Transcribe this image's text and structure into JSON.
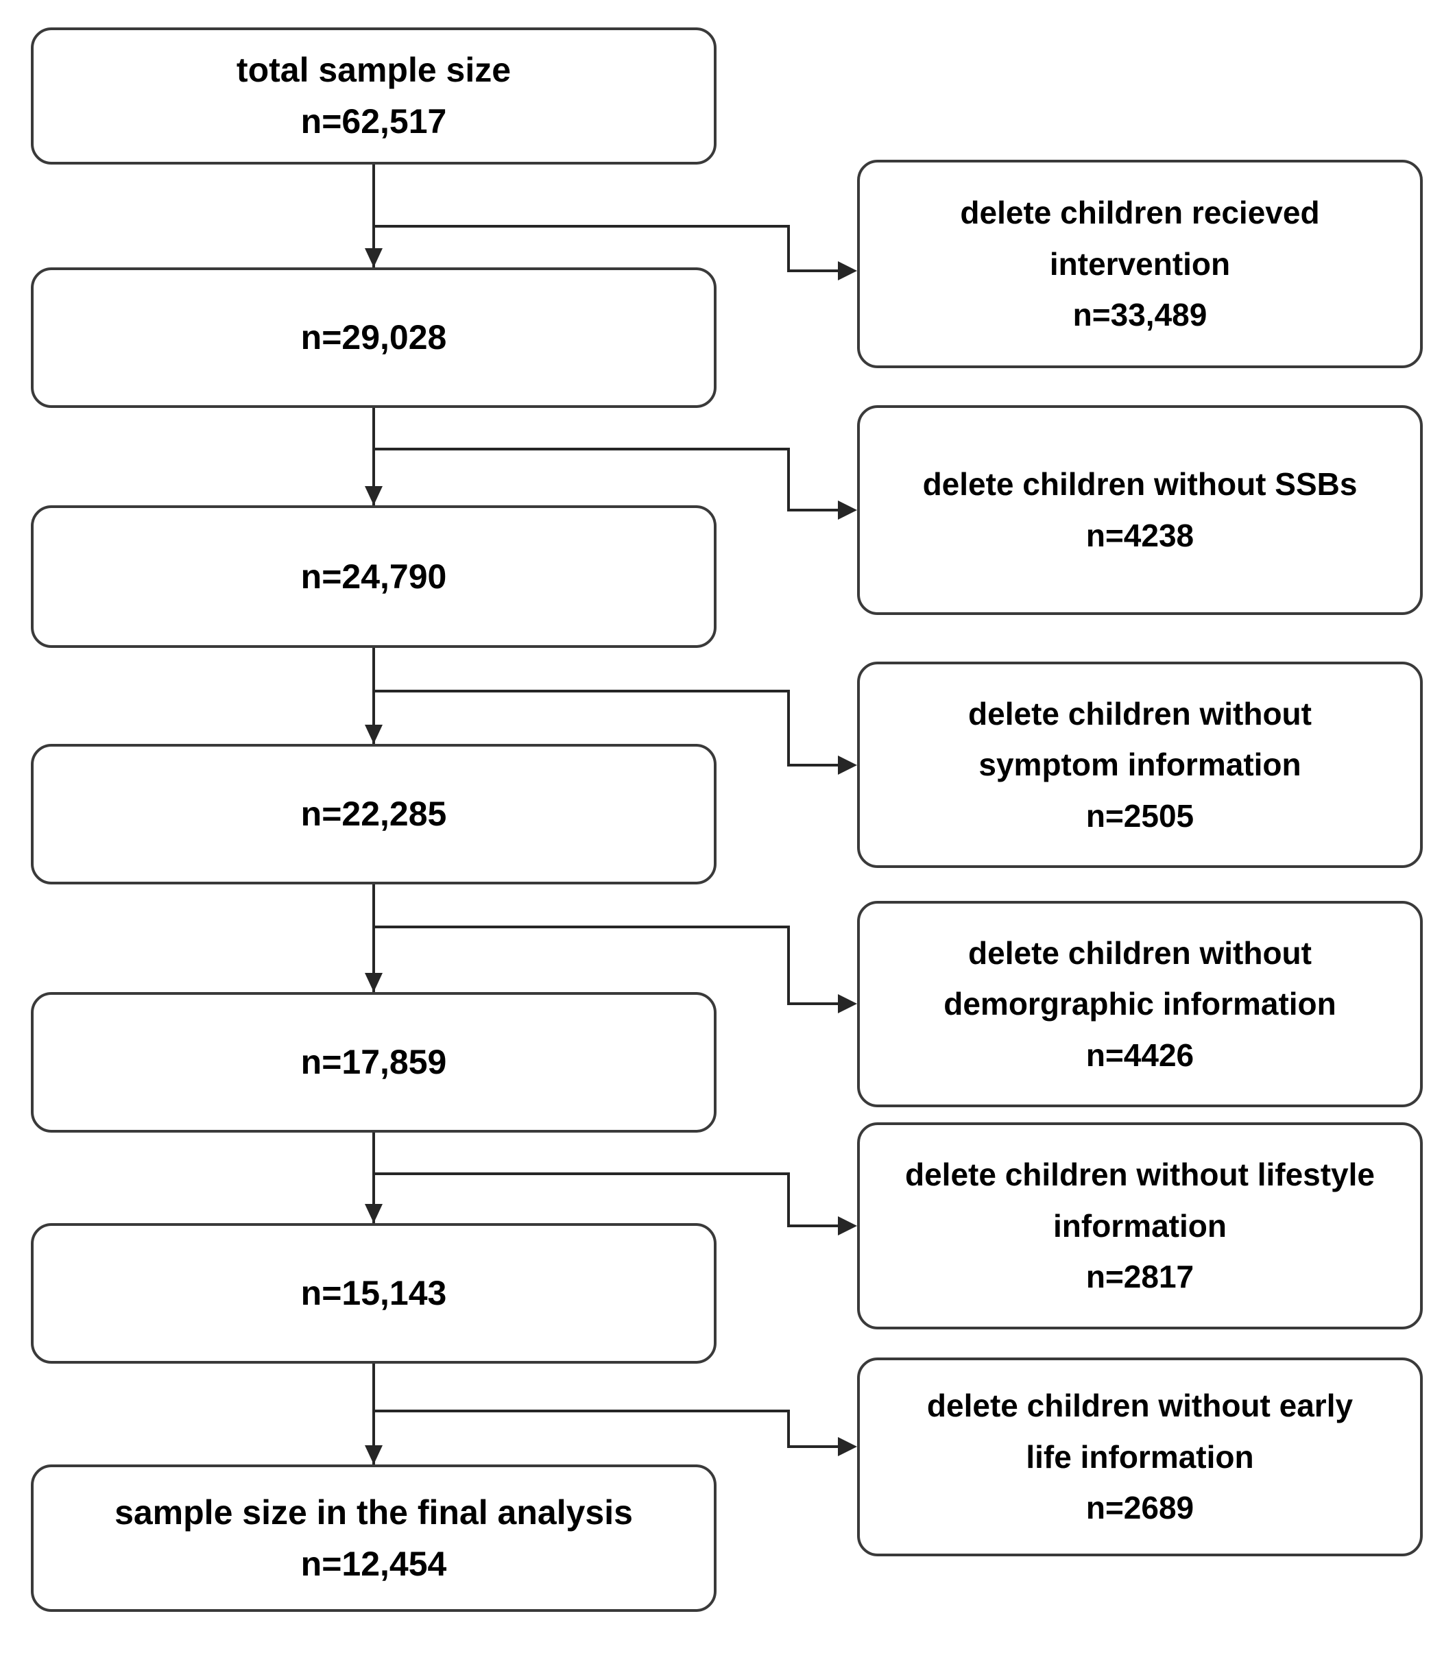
{
  "diagram": {
    "type": "flowchart",
    "description": "participant selection flow",
    "nodes": [
      {
        "label": "total sample size",
        "n": "n=62,517"
      },
      {
        "n": "n=29,028"
      },
      {
        "n": "n=24,790"
      },
      {
        "n": "n=22,285"
      },
      {
        "n": "n=17,859"
      },
      {
        "n": "n=15,143"
      },
      {
        "label": "sample size in the final analysis",
        "n": "n=12,454"
      }
    ],
    "exclusions": [
      {
        "lines": [
          "delete children recieved",
          "intervention"
        ],
        "n": "n=33,489"
      },
      {
        "lines": [
          "delete children without SSBs"
        ],
        "n": "n=4238"
      },
      {
        "lines": [
          "delete children without",
          "symptom information"
        ],
        "n": "n=2505"
      },
      {
        "lines": [
          "delete children without",
          "demorgraphic information"
        ],
        "n": "n=4426"
      },
      {
        "lines": [
          "delete children without lifestyle",
          "information"
        ],
        "n": "n=2817"
      },
      {
        "lines": [
          "delete children without early",
          "life information"
        ],
        "n": "n=2689"
      }
    ],
    "colors": {
      "line": "#262626",
      "box_border": "#3a3a3a",
      "text": "#000000",
      "background": "#ffffff"
    }
  }
}
